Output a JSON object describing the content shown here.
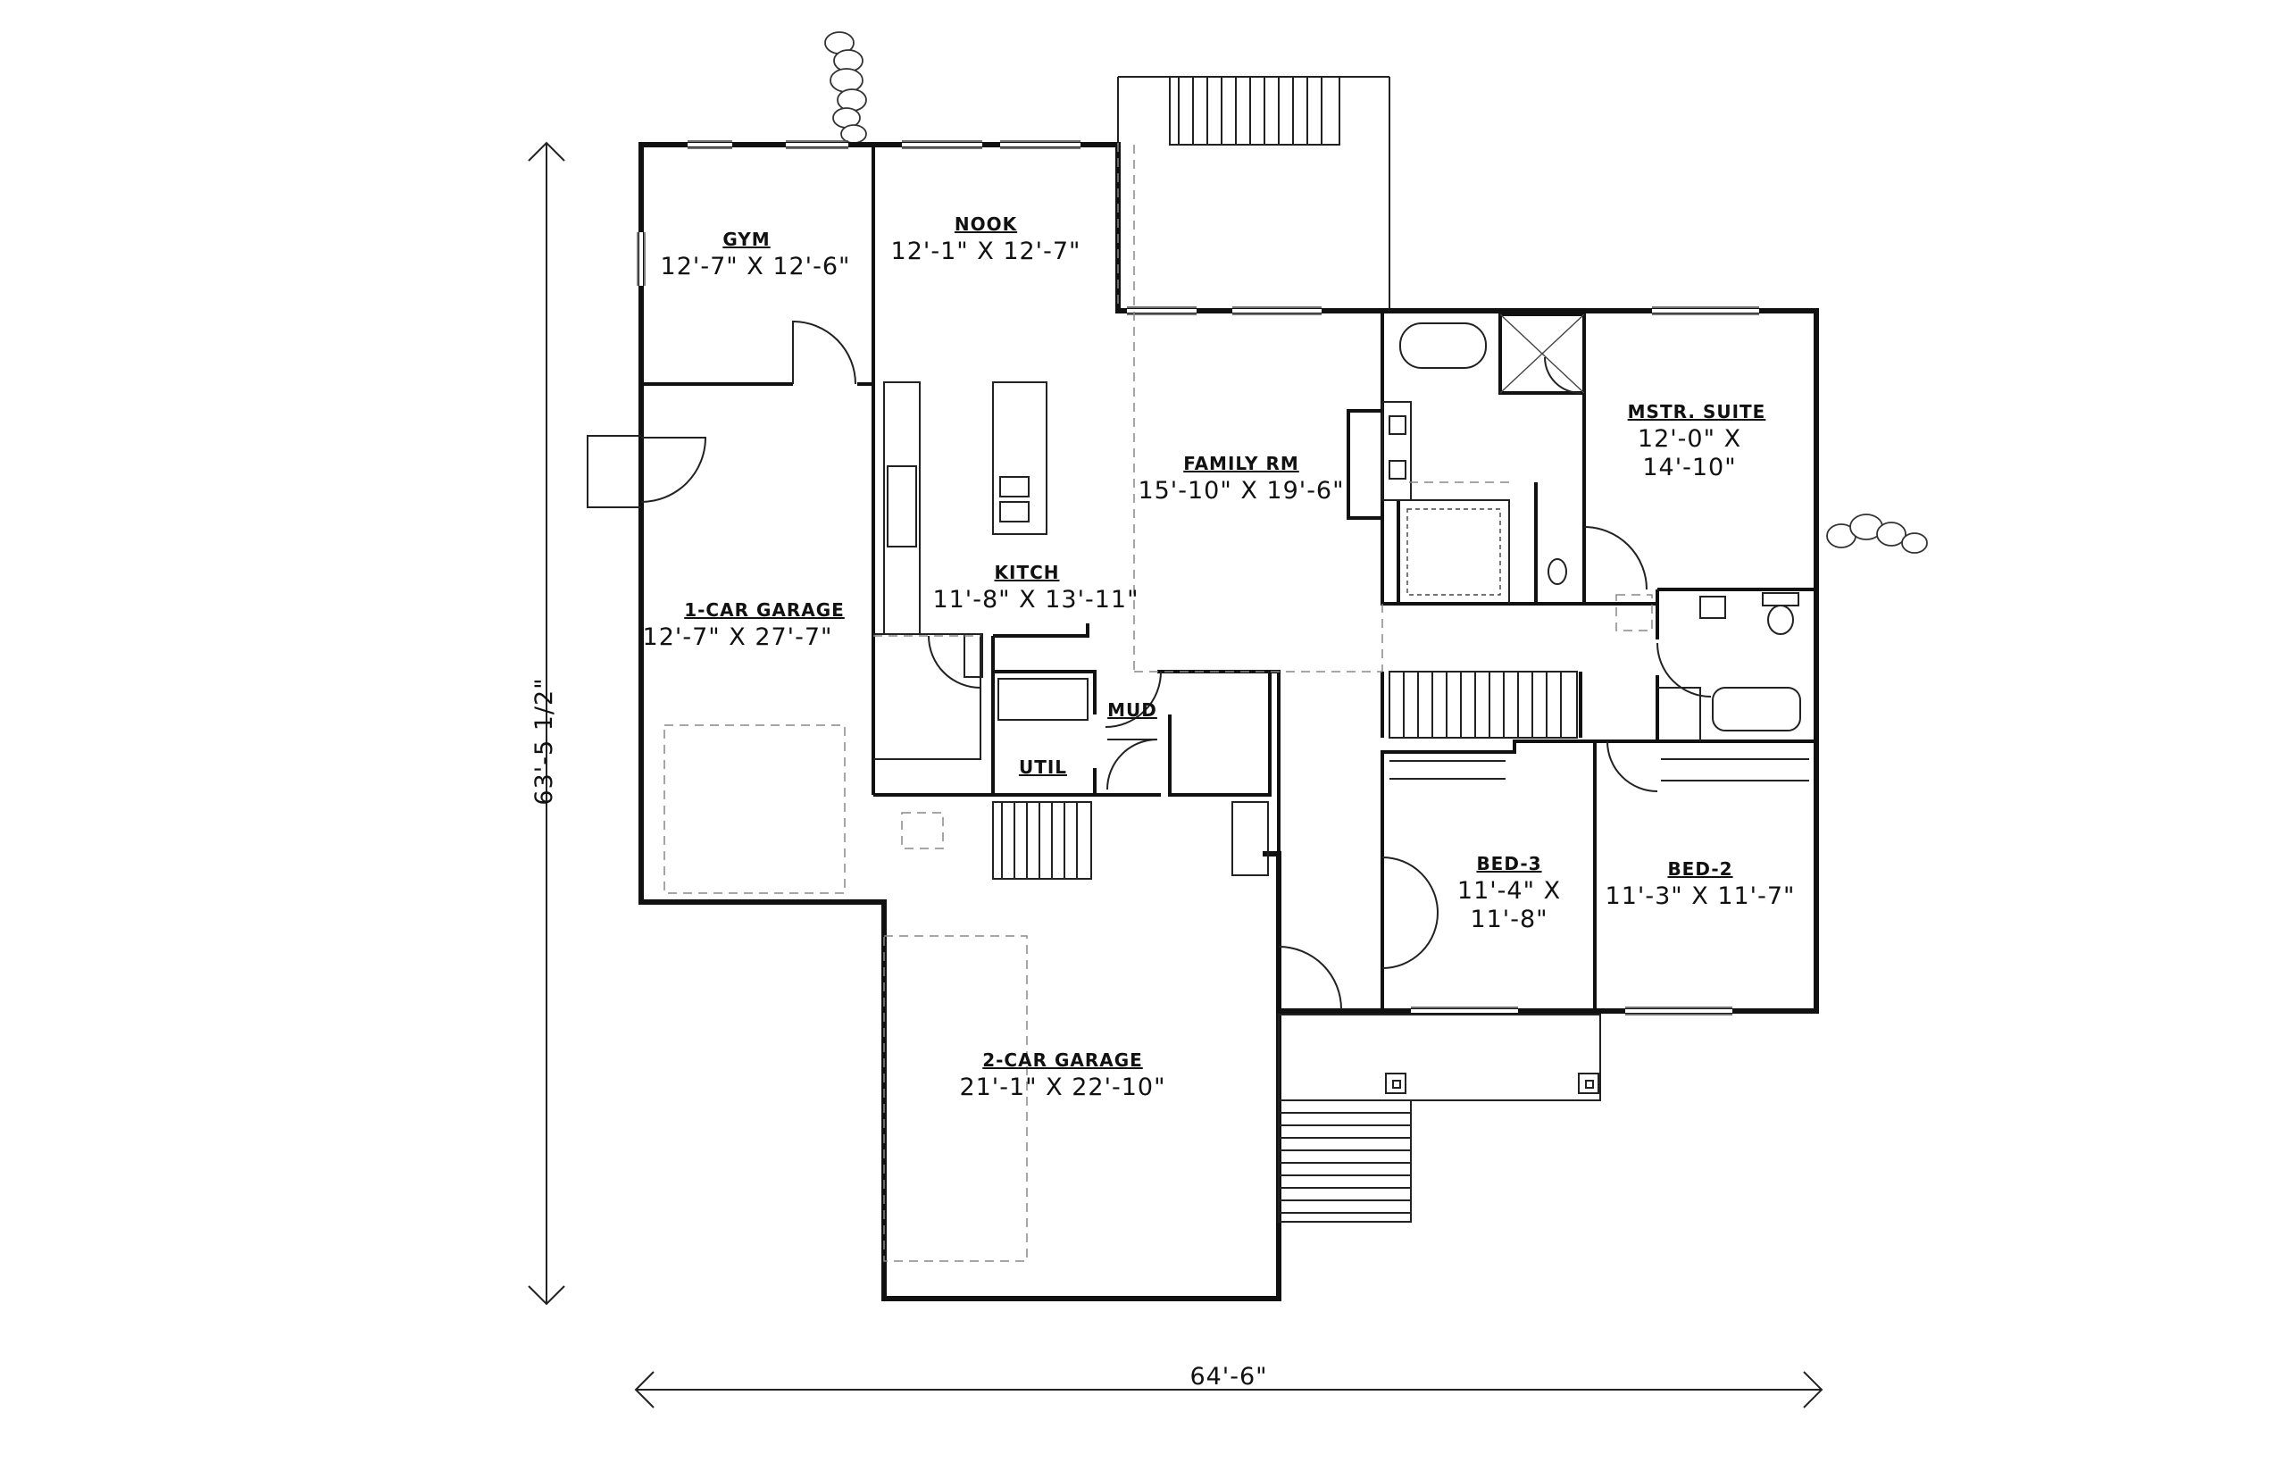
{
  "plan": {
    "overall_width": "64'-6\"",
    "overall_depth": "63'-5 1/2\"",
    "rooms": [
      {
        "name": "GYM",
        "dims": "12'-7\" X 12'-6\""
      },
      {
        "name": "NOOK",
        "dims": "12'-1\" X 12'-7\""
      },
      {
        "name": "FAMILY RM",
        "dims": "15'-10\" X 19'-6\""
      },
      {
        "name": "MSTR. SUITE",
        "dims_line1": "12'-0\" X",
        "dims_line2": "14'-10\""
      },
      {
        "name": "KITCH",
        "dims": "11'-8\" X 13'-11\""
      },
      {
        "name": "1-CAR GARAGE",
        "dims": "12'-7\" X 27'-7\""
      },
      {
        "name": "MUD"
      },
      {
        "name": "UTIL"
      },
      {
        "name": "BED-3",
        "dims_line1": "11'-4\" X",
        "dims_line2": "11'-8\""
      },
      {
        "name": "BED-2",
        "dims": "11'-3\" X 11'-7\""
      },
      {
        "name": "2-CAR GARAGE",
        "dims": "21'-1\" X 22'-10\""
      }
    ]
  }
}
